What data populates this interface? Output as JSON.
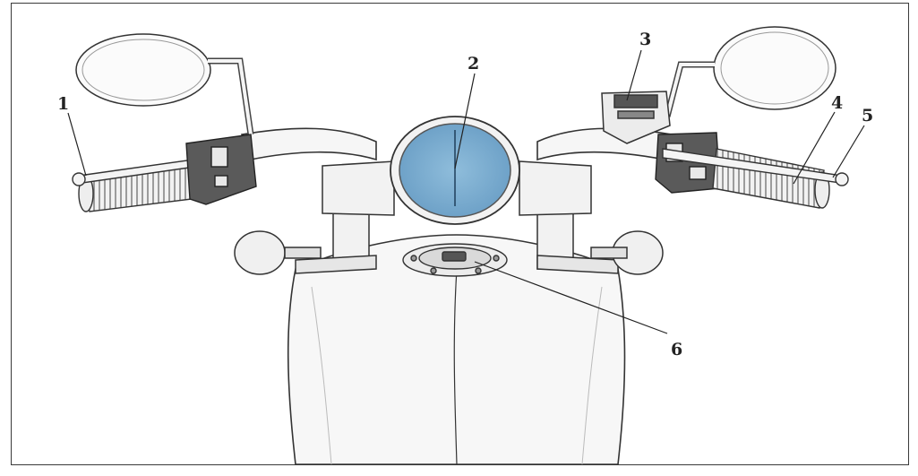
{
  "figure": {
    "callouts": [
      {
        "id": "1",
        "label": "1"
      },
      {
        "id": "2",
        "label": "2"
      },
      {
        "id": "3",
        "label": "3"
      },
      {
        "id": "4",
        "label": "4"
      },
      {
        "id": "5",
        "label": "5"
      },
      {
        "id": "6",
        "label": "6"
      }
    ],
    "colors": {
      "line": "#333333",
      "fill": "#f6f6f6",
      "shade": "#d9d9d9",
      "dark": "#555555",
      "speedometer": "#7fb0d3"
    }
  }
}
